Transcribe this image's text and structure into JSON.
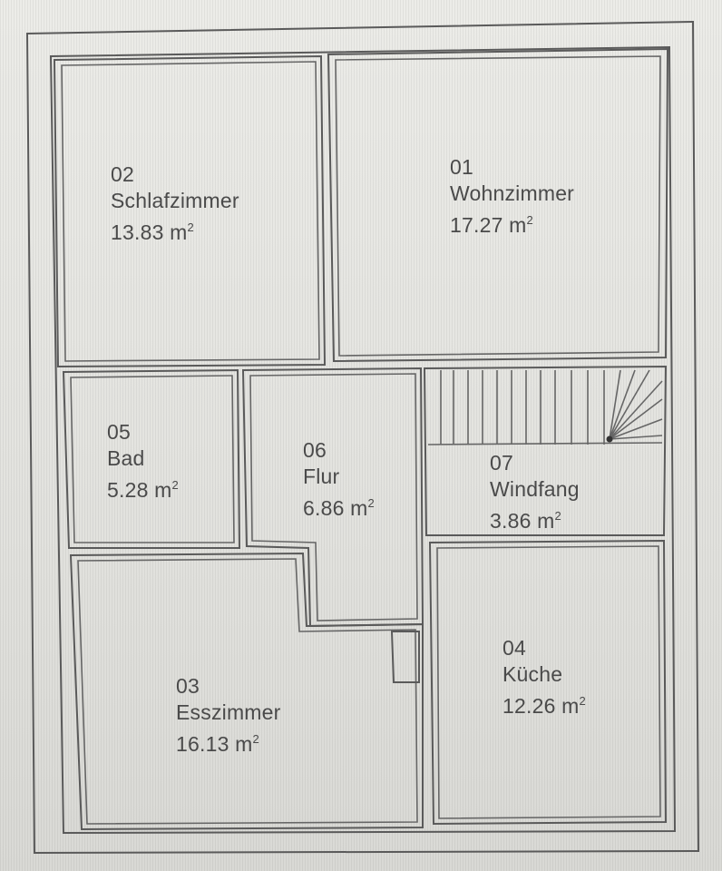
{
  "rooms": [
    {
      "number": "01",
      "name": "Wohnzimmer",
      "area": "17.27 m",
      "unit_sup": "2"
    },
    {
      "number": "02",
      "name": "Schlafzimmer",
      "area": "13.83 m",
      "unit_sup": "2"
    },
    {
      "number": "03",
      "name": "Esszimmer",
      "area": "16.13 m",
      "unit_sup": "2"
    },
    {
      "number": "04",
      "name": "Küche",
      "area": "12.26 m",
      "unit_sup": "2"
    },
    {
      "number": "05",
      "name": "Bad",
      "area": "5.28 m",
      "unit_sup": "2"
    },
    {
      "number": "06",
      "name": "Flur",
      "area": "6.86 m",
      "unit_sup": "2"
    },
    {
      "number": "07",
      "name": "Windfang",
      "area": "3.86 m",
      "unit_sup": "2"
    }
  ],
  "colors": {
    "background": "#e4e4e0",
    "lines": "#5a5a5a",
    "text": "#4a4a4a"
  }
}
